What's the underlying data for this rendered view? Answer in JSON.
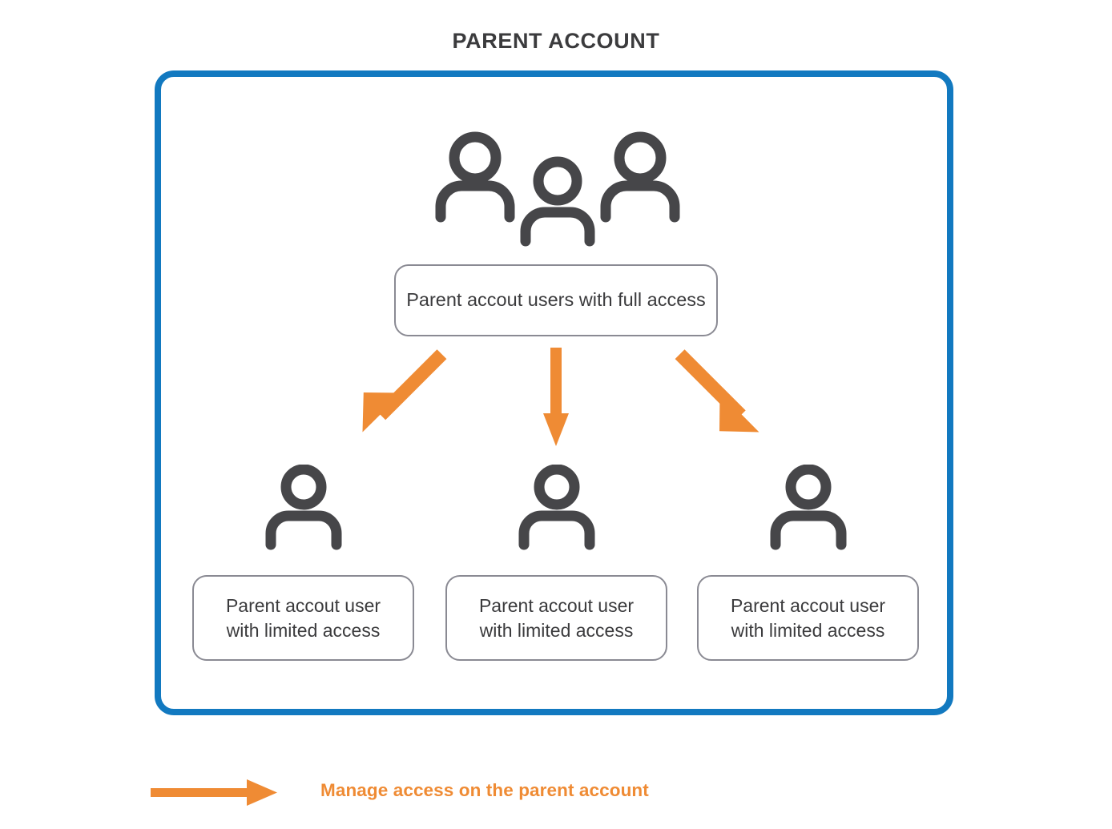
{
  "diagram": {
    "title": "PARENT ACCOUNT",
    "colors": {
      "frame_blue": "#1279c0",
      "arrow_orange": "#ef8b34",
      "icon_gray": "#464649",
      "label_border_gray": "#8a8a93",
      "text_dark": "#3b3b3d",
      "background": "#ffffff"
    },
    "frame": {
      "name": "parent-account-container"
    },
    "top_node": {
      "icon": "group-of-three-users-icon",
      "label": "Parent accout users with full access"
    },
    "connectors": [
      {
        "name": "arrow-to-left-child",
        "direction": "down-left"
      },
      {
        "name": "arrow-to-center-child",
        "direction": "down"
      },
      {
        "name": "arrow-to-right-child",
        "direction": "down-right"
      }
    ],
    "children": [
      {
        "icon": "single-user-icon",
        "label_line1": "Parent accout user",
        "label_line2": "with limited access"
      },
      {
        "icon": "single-user-icon",
        "label_line1": "Parent accout user",
        "label_line2": "with limited access"
      },
      {
        "icon": "single-user-icon",
        "label_line1": "Parent accout user",
        "label_line2": "with limited access"
      }
    ],
    "legend": {
      "icon": "right-arrow-icon",
      "text": "Manage access on the parent account"
    }
  }
}
